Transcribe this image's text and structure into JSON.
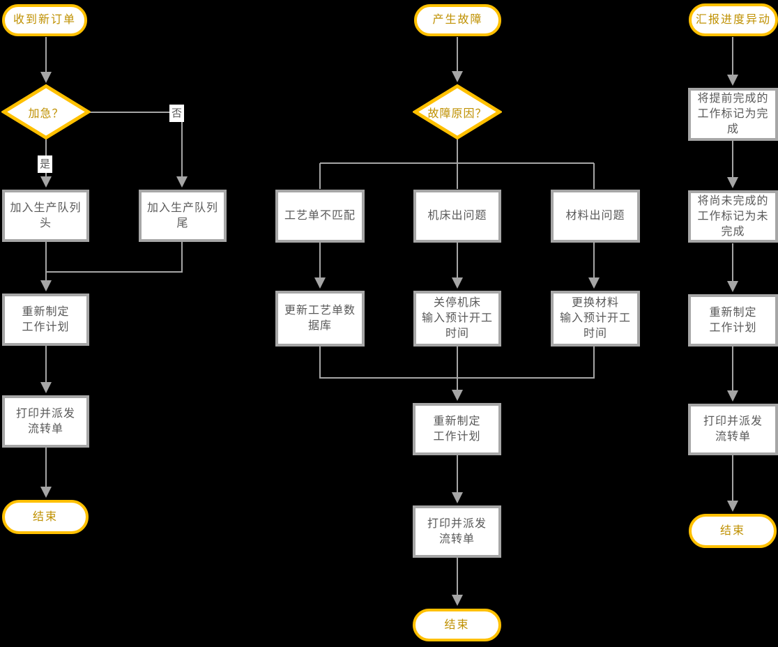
{
  "palette": {
    "background": "#000000",
    "shape_fill": "#FFFFFF",
    "terminal_border": "#FFC000",
    "terminal_text": "#BF9000",
    "process_border": "#A6A6A6",
    "process_text": "#595959",
    "connector": "#A6A6A6"
  },
  "flow_left": {
    "start": "收到新订单",
    "decision": "加急？",
    "label_yes": "是",
    "label_no": "否",
    "queue_head": "加入生产队列\n头",
    "queue_tail": "加入生产队列\n尾",
    "replan": "重新制定\n工作计划",
    "print": "打印并派发\n流转单",
    "end": "结束"
  },
  "flow_middle": {
    "start": "产生故障",
    "decision": "故障原因？",
    "cause_process": "工艺单不匹配",
    "cause_machine": "机床出问题",
    "cause_material": "材料出问题",
    "fix_process": "更新工艺单数\n据库",
    "fix_machine": "关停机床\n输入预计开工\n时间",
    "fix_material": "更换材料\n输入预计开工\n时间",
    "replan": "重新制定\n工作计划",
    "print": "打印并派发\n流转单",
    "end": "结束"
  },
  "flow_right": {
    "start": "汇报进度异动",
    "mark_done": "将提前完成的\n工作标记为完\n成",
    "mark_undone": "将尚未完成的\n工作标记为未\n完成",
    "replan": "重新制定\n工作计划",
    "print": "打印并派发\n流转单",
    "end": "结束"
  }
}
